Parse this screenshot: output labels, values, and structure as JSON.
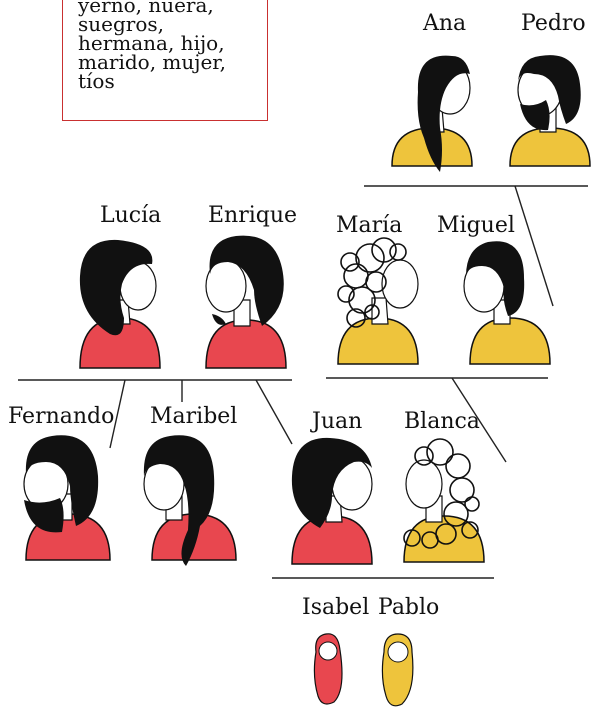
{
  "word_box": {
    "text": "yerno, nuera,\nsuegros,\nhermana, hijo,\nmarido, mujer,\ntíos"
  },
  "people": {
    "ana": "Ana",
    "pedro": "Pedro",
    "lucia": "Lucía",
    "enrique": "Enrique",
    "maria": "María",
    "miguel": "Miguel",
    "fernando": "Fernando",
    "maribel": "Maribel",
    "juan": "Juan",
    "blanca": "Blanca",
    "isabel": "Isabel",
    "pablo": "Pablo"
  },
  "colors": {
    "yellow_shirt": "#eec43c",
    "red_shirt": "#e8474f",
    "hair": "#111111",
    "skin": "#ffffff",
    "box_border": "#c93030",
    "line": "#222222"
  }
}
